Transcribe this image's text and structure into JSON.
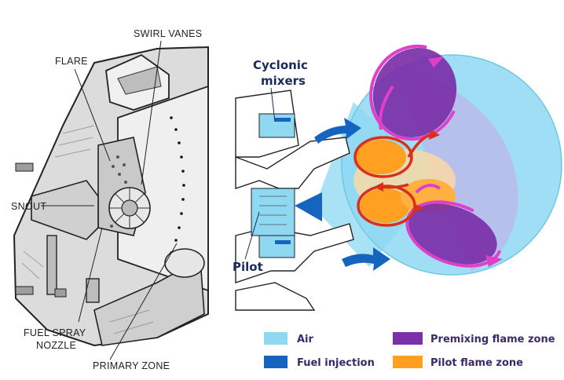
{
  "left_labels": {
    "swirl_vanes": "SWIRL VANES",
    "flare": "FLARE",
    "snout": "SNOUT",
    "fuel_spray_line1": "FUEL SPRAY",
    "fuel_spray_line2": "NOZZLE",
    "primary_zone": "PRIMARY ZONE"
  },
  "right_labels": {
    "cyclonic_line1": "Cyclonic",
    "cyclonic_line2": "mixers",
    "pilot": "Pilot"
  },
  "legend": [
    {
      "label": "Air",
      "color": "#8ed8f2"
    },
    {
      "label": "Fuel injection",
      "color": "#1565c0"
    },
    {
      "label": "Premixing flame zone",
      "color": "#7b2fa8"
    },
    {
      "label": "Pilot flame zone",
      "color": "#ffa020"
    }
  ],
  "colors": {
    "air": "#8ed8f2",
    "fuel": "#1565c0",
    "premix": "#7b2fa8",
    "pilot": "#ffa020",
    "arrow_magenta": "#e040c8",
    "arrow_red": "#d8301c"
  }
}
